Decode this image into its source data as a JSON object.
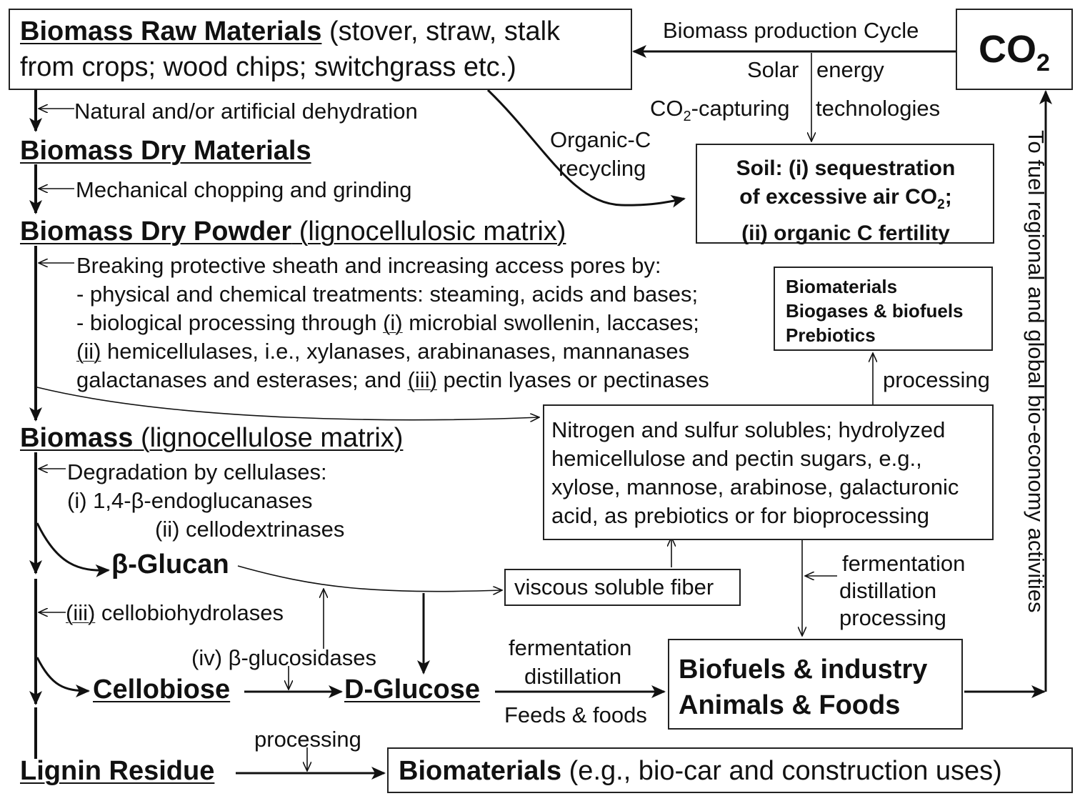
{
  "co2": {
    "main": "CO",
    "sub": "2"
  },
  "cycle_label": "Biomass production Cycle",
  "solar": "Solar",
  "energy": "energy",
  "co2_capture": {
    "pre": "CO",
    "sub": "2",
    "post": "-capturing"
  },
  "technologies": "technologies",
  "organic_c": [
    "Organic-C",
    "recycling"
  ],
  "soil": {
    "line1": "Soil: (i) sequestration",
    "line2_pre": "of excessive air CO",
    "line2_sub": "2",
    "line2_post": ";",
    "line3": "(ii) organic C fertility"
  },
  "raw_materials": {
    "title": "Biomass Raw Materials",
    "desc1": " (stover, straw, stalk",
    "desc2": "from crops; wood chips; switchgrass etc.)"
  },
  "dehydration": "Natural and/or artificial dehydration",
  "dry_materials": "Biomass Dry Materials",
  "chopping": "Mechanical chopping and grinding",
  "dry_powder": {
    "title": "Biomass Dry Powder",
    "desc": " (lignocellulosic matrix)"
  },
  "breaking": {
    "l1": "Breaking protective sheath and increasing access pores by:",
    "l2": "- physical and chemical treatments: steaming, acids and bases;",
    "l3a": "- biological processing through ",
    "l3i": "(i)",
    "l3b": " microbial swollenin, laccases;",
    "l4i": "(ii)",
    "l4b": " hemicellulases, i.e., xylanases, arabinanases, mannanases",
    "l5a": "galactanases and esterases; and ",
    "l5i": "(iii)",
    "l5b": " pectin lyases or pectinases"
  },
  "biomaterials_box": [
    "Biomaterials",
    "Biogases & biofuels",
    "Prebiotics"
  ],
  "processing_top": "processing",
  "solubles": [
    "Nitrogen and sulfur solubles; hydrolyzed",
    "hemicellulose and pectin sugars, e.g.,",
    "xylose, mannose, arabinose, galacturonic",
    "acid, as prebiotics or for bioprocessing"
  ],
  "biomass": {
    "title": "Biomass",
    "desc": " (lignocellulose matrix)"
  },
  "degradation": {
    "l1": "Degradation by cellulases:",
    "l2": "(i) 1,4-β-endoglucanases",
    "l3": "(ii) cellodextrinases"
  },
  "beta_glucan": "β-Glucan",
  "viscous": "viscous soluble fiber",
  "fermentation_right": [
    "fermentation",
    "distillation",
    "processing"
  ],
  "cellobiohydrolases": {
    "num": "(iii)",
    "text": " cellobiohydrolases"
  },
  "glucosidases": "(iv) β-glucosidases",
  "cellobiose": "Cellobiose",
  "dglucose": "D-Glucose",
  "fermentation_mid": [
    "fermentation",
    "distillation"
  ],
  "feeds": "Feeds & foods",
  "biofuels_box": [
    "Biofuels & industry",
    "Animals & Foods"
  ],
  "lignin": "Lignin Residue",
  "processing_bottom": "processing",
  "biomaterials_bottom": {
    "title": "Biomaterials",
    "desc": " (e.g., bio-car and construction uses)"
  },
  "vertical_label": "To fuel regional and global bio-economy activities"
}
